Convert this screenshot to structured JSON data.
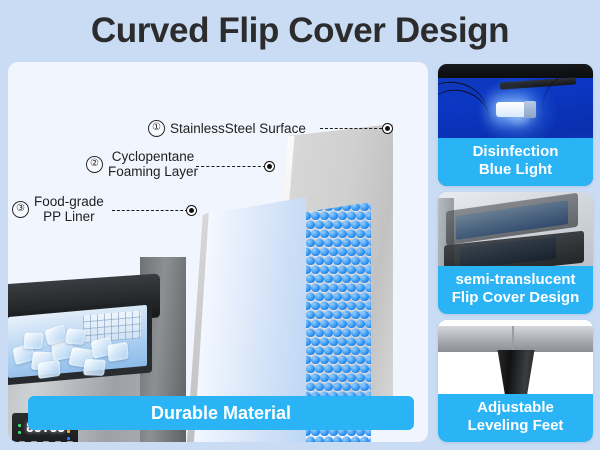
{
  "page": {
    "title": "Curved Flip Cover Design",
    "background_color": "#c9dcf4",
    "accent_color": "#2ab4f5",
    "title_color": "#2c2c2c"
  },
  "main_panel": {
    "caption": "Durable Material",
    "callouts": [
      {
        "number": "①",
        "label": "StainlessSteel Surface",
        "lines": [
          "StainlessSteel Surface"
        ]
      },
      {
        "number": "②",
        "label": "Cyclopentane Foaming Layer",
        "lines": [
          "Cyclopentane",
          "Foaming Layer"
        ]
      },
      {
        "number": "③",
        "label": "Food-grade PP Liner",
        "lines": [
          "Food-grade",
          "PP Liner"
        ]
      }
    ],
    "appliance": {
      "display_value": "88:88"
    }
  },
  "cards": [
    {
      "caption_lines": [
        "Disinfection",
        "Blue Light"
      ],
      "photo": "blue-disinfection-lamp"
    },
    {
      "caption_lines": [
        "semi-translucent",
        "Flip Cover Design"
      ],
      "photo": "flip-cover"
    },
    {
      "caption_lines": [
        "Adjustable",
        "Leveling Feet"
      ],
      "photo": "leveling-foot"
    }
  ]
}
